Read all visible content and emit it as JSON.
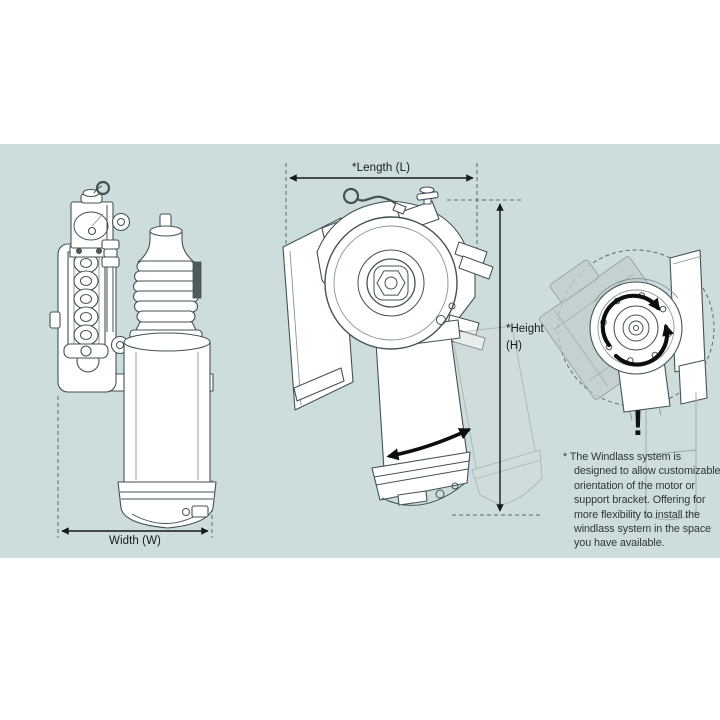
{
  "colors": {
    "canvas": "#ffffff",
    "panel": "#cddddd",
    "line_art": "#445256",
    "dimension_ink": "#141b1b",
    "note_ink": "#2e3737",
    "ghost_fill": "#c3cfce",
    "arrow_black": "#0d0f0f"
  },
  "dimensions": {
    "length_label": "*Length (L)",
    "height_label_line1": "*Height",
    "height_label_line2": "(H)",
    "width_label": "Width (W)"
  },
  "note": {
    "marker": "!",
    "lines": [
      "* The Windlass system is",
      "designed to allow customizable",
      "orientation of the motor or",
      "support bracket. Offering for",
      "more flexibility to install the",
      "windlass system in the space",
      "you have available."
    ]
  }
}
